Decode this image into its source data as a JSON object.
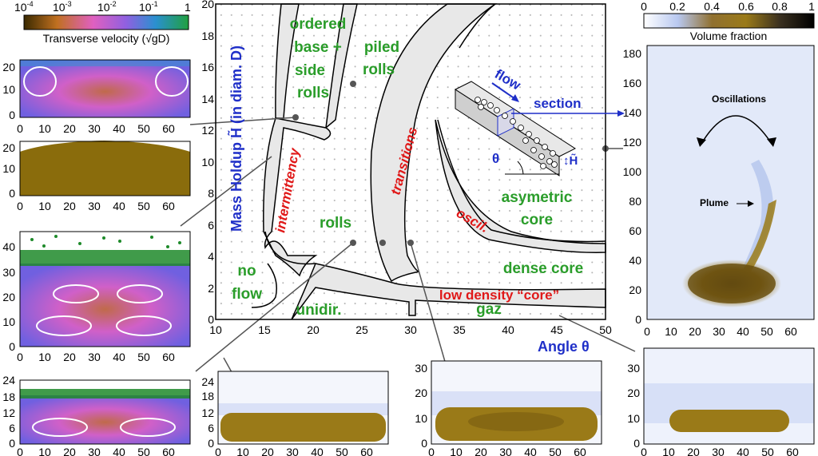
{
  "main": {
    "x_axis_label": "Angle θ",
    "y_axis_label": "Mass Holdup H̃ (in diam. D)",
    "x_ticks": [
      "10",
      "15",
      "20",
      "25",
      "30",
      "35",
      "40",
      "45",
      "50"
    ],
    "y_ticks": [
      "0",
      "2",
      "4",
      "6",
      "8",
      "10",
      "12",
      "14",
      "16",
      "18",
      "20"
    ],
    "regions": {
      "ordered": [
        "ordered",
        "base +",
        "side",
        "rolls"
      ],
      "piled": [
        "piled",
        "rolls"
      ],
      "intermittency": "intermittency",
      "transitions": "transitions",
      "asymetric": [
        "asymetric",
        "core"
      ],
      "oscil": "oscil.",
      "rolls": "rolls",
      "no_flow": [
        "no",
        "flow"
      ],
      "dense_core": "dense core",
      "low_density": "low density “core”",
      "unidir": "unidir.",
      "gaz": "gaz"
    },
    "inset": {
      "flow": "flow",
      "section": "section",
      "theta": "θ",
      "holdup": "↕H̃"
    }
  },
  "left_colorbar": {
    "title": "Transverse velocity (√gD)",
    "ticks": [
      "10",
      "10",
      "10",
      "10",
      "1"
    ],
    "exps": [
      "-4",
      "-3",
      "-2",
      "-1",
      ""
    ]
  },
  "right_colorbar": {
    "title": "Volume fraction",
    "ticks": [
      "0",
      "0.2",
      "0.4",
      "0.6",
      "0.8",
      "1"
    ]
  },
  "panel_x_ticks": [
    "0",
    "10",
    "20",
    "30",
    "40",
    "50",
    "60"
  ],
  "panels": {
    "p1_y": [
      "0",
      "10",
      "20"
    ],
    "p2_y": [
      "0",
      "10",
      "20"
    ],
    "p3_y": [
      "0",
      "10",
      "20",
      "30",
      "40"
    ],
    "p4_y": [
      "0",
      "6",
      "12",
      "18",
      "24"
    ],
    "b1_y": [
      "0",
      "6",
      "12",
      "18",
      "24"
    ],
    "b2_y": [
      "0",
      "10",
      "20",
      "30"
    ],
    "b3_y": [
      "0",
      "10",
      "20",
      "30"
    ],
    "right_y": [
      "0",
      "20",
      "40",
      "60",
      "80",
      "100",
      "120",
      "140",
      "160",
      "180"
    ],
    "oscillations": "Oscillations",
    "plume": "Plume"
  }
}
